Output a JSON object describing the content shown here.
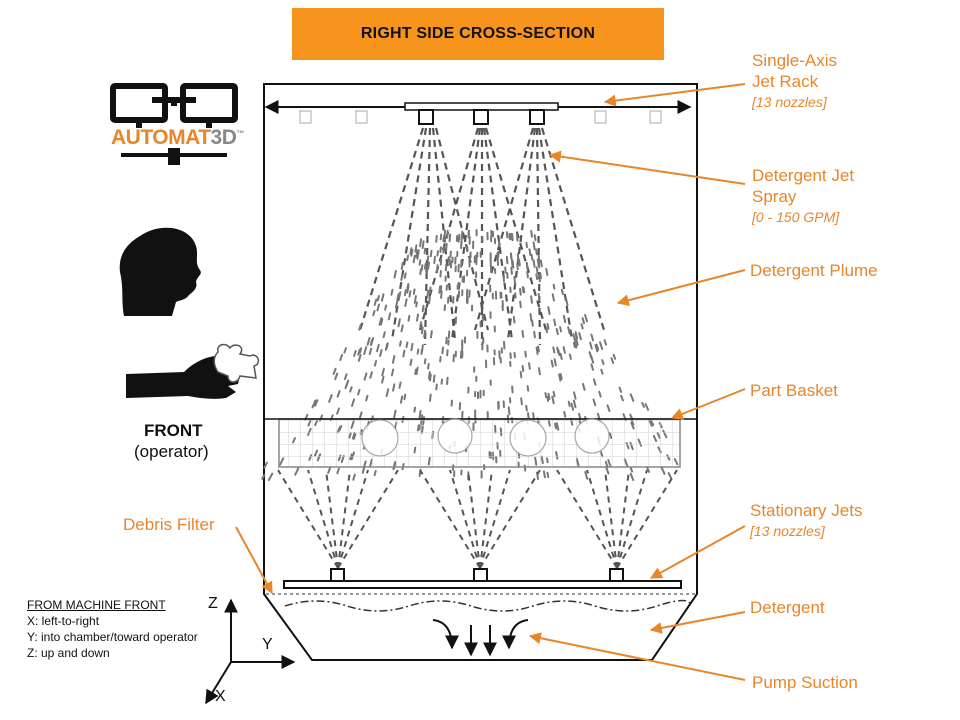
{
  "title": "RIGHT SIDE CROSS-SECTION",
  "logo": {
    "text_automat": "AUTOMAT",
    "text_3d": "3D",
    "trademark": "™"
  },
  "colors": {
    "accent": "#f7941d",
    "label": "#e8862a",
    "outline": "#111111"
  },
  "operator": {
    "front": "FRONT",
    "operator": "(operator)"
  },
  "labels": {
    "jet_rack": {
      "line1": "Single-Axis",
      "line2": "Jet Rack",
      "sub": "[13 nozzles]"
    },
    "spray": {
      "line1": "Detergent Jet",
      "line2": "Spray",
      "sub": "[0 - 150 GPM]"
    },
    "plume": "Detergent Plume",
    "basket": "Part Basket",
    "stationary": {
      "line1": "Stationary Jets",
      "sub": "[13 nozzles]"
    },
    "debris": "Debris Filter",
    "detergent": "Detergent",
    "pump": "Pump Suction"
  },
  "axes_legend": {
    "heading": "FROM MACHINE FRONT",
    "x": "X: left-to-right",
    "y": "Y: into chamber/toward operator",
    "z": "Z: up and down",
    "z_label": "Z",
    "y_label": "Y",
    "x_label": "X"
  },
  "icons": [
    "computer-monitors-icon",
    "head-silhouette-icon",
    "hand-holding-part-icon"
  ]
}
